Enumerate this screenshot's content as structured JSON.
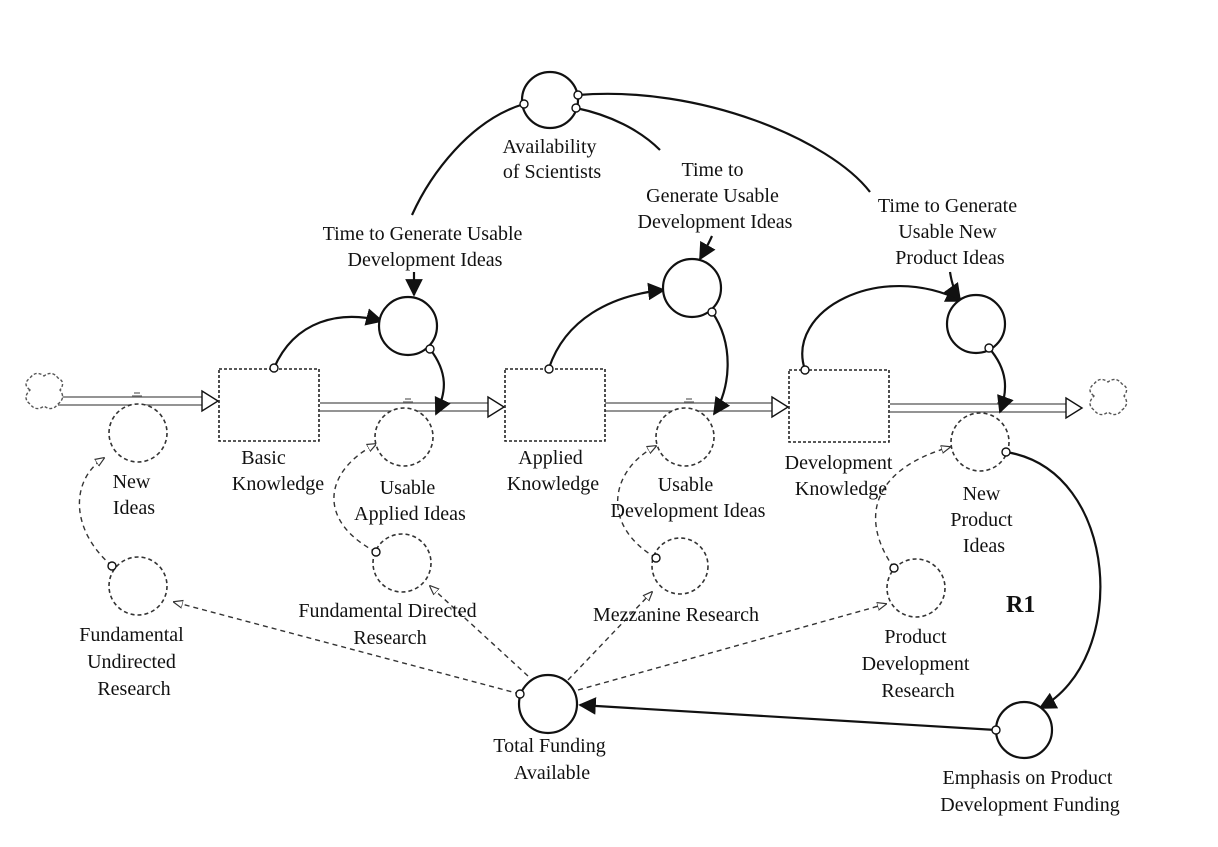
{
  "stocks": {
    "basic": [
      "Basic",
      "Knowledge"
    ],
    "applied": [
      "Applied",
      "Knowledge"
    ],
    "development": [
      "Development",
      "Knowledge"
    ]
  },
  "flows": {
    "new_ideas": [
      "New",
      "Ideas"
    ],
    "usable_applied": [
      "Usable",
      "Applied Ideas"
    ],
    "usable_development": [
      "Usable",
      "Development Ideas"
    ],
    "new_product": [
      "New",
      "Product",
      "Ideas"
    ]
  },
  "auxiliaries": {
    "availability": [
      "Availability",
      "of Scientists"
    ],
    "time_gen_1": [
      "Time to Generate Usable",
      "Development Ideas"
    ],
    "time_gen_2": [
      "Time to",
      "Generate Usable",
      "Development Ideas"
    ],
    "time_gen_3": [
      "Time to Generate",
      "Usable New",
      "Product Ideas"
    ],
    "fundamental_undirected": [
      "Fundamental",
      "Undirected",
      "Research"
    ],
    "fundamental_directed": [
      "Fundamental Directed",
      "Research"
    ],
    "mezzanine": [
      "Mezzanine Research"
    ],
    "product_dev": [
      "Product",
      "Development",
      "Research"
    ],
    "total_funding": [
      "Total Funding",
      "Available"
    ],
    "emphasis": [
      "Emphasis on Product",
      "Development Funding"
    ]
  },
  "loop_label": "R1"
}
